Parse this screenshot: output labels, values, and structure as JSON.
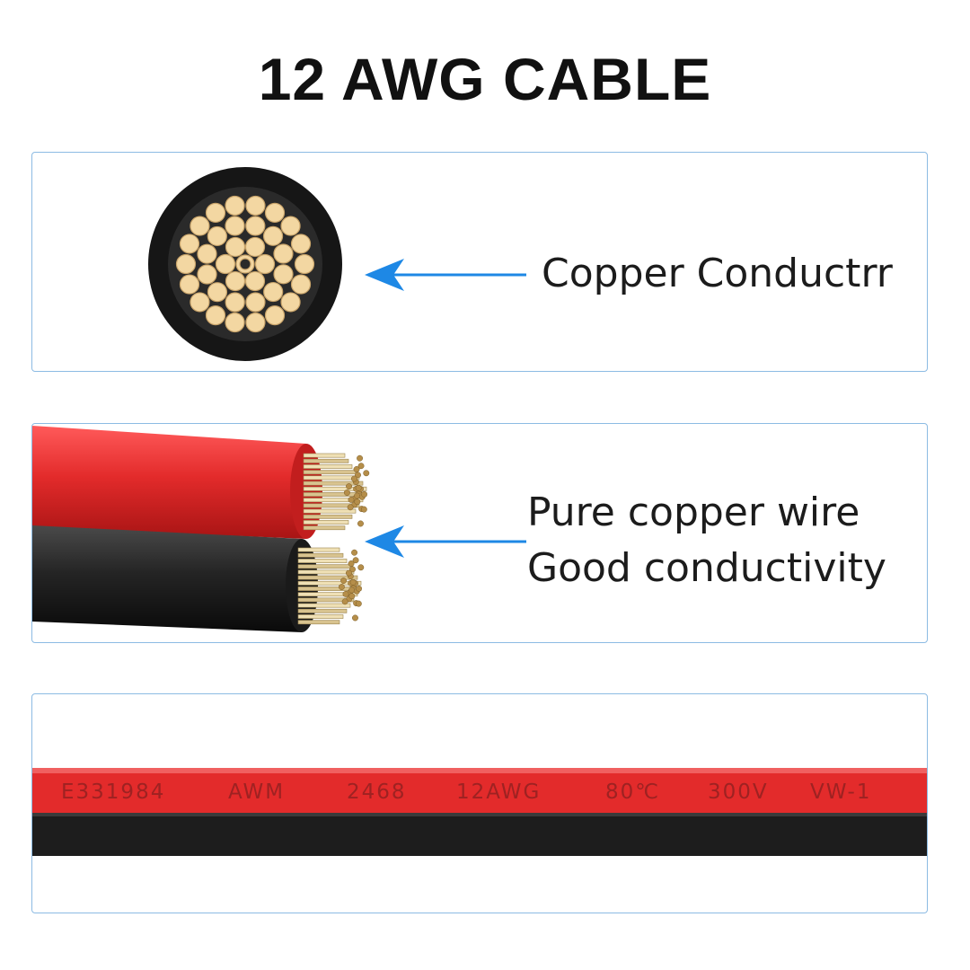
{
  "title": "12 AWG CABLE",
  "panels": {
    "cross_section": {
      "label": "Copper Conductrr"
    },
    "wire_ends": {
      "line1": "Pure copper wire",
      "line2": "Good conductivity"
    },
    "cable_print": {
      "markings": [
        "E331984",
        "AWM",
        "2468",
        "12AWG",
        "80℃",
        "300V",
        "VW-1"
      ]
    }
  },
  "colors": {
    "accent_blue": "#1e88e5",
    "border": "#8cbbe3",
    "red_insulation": "#e32b2b",
    "black_insulation": "#222222",
    "copper": "#f3d7a2"
  },
  "icons": [
    "arrow-left-icon",
    "cable-cross-section-icon",
    "stripped-wire-icon"
  ]
}
